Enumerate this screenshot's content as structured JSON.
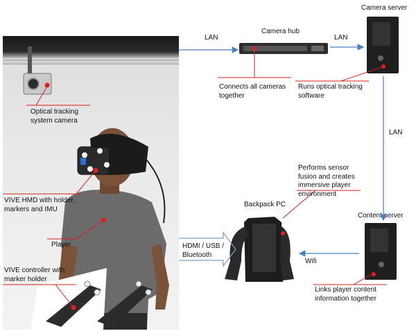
{
  "nodes": {
    "camera_hub": "Camera hub",
    "camera_server": "Camera server",
    "content_server": "Content server",
    "backpack_pc": "Backpack PC"
  },
  "links": {
    "lan_1": "LAN",
    "lan_2": "LAN",
    "lan_3": "LAN",
    "hdmi": [
      "HDMI / USB /",
      "Bluetooth"
    ],
    "wifi": "Wifi"
  },
  "annotations": {
    "hub_note": [
      "Connects all cameras",
      "together"
    ],
    "server_note": [
      "Runs optical tracking",
      "software"
    ],
    "fusion_note": [
      "Performs sensor",
      "fusion and creates",
      "immersive player",
      "environment"
    ],
    "content_note": [
      "Links player content",
      "information together"
    ],
    "tracking_camera": [
      "Optical tracking",
      "system camera"
    ],
    "hmd": [
      "VIVE HMD with holder,",
      "markers and IMU"
    ],
    "player": "Player",
    "controller": [
      "VIVE controller with",
      "marker holder"
    ]
  },
  "colors": {
    "arrow": "#4a7fc0",
    "callout": "#d32020",
    "dot": "#e02020"
  }
}
